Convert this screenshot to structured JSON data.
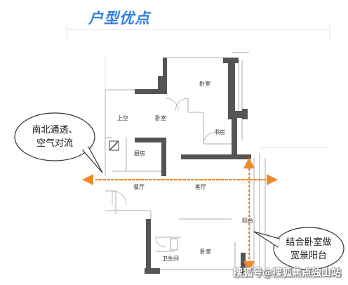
{
  "title": "户型优点",
  "rooms": {
    "bedroom_top": "卧室",
    "loft": "上空",
    "bedroom_mid": "卧室",
    "study": "书房",
    "kitchen": "厨房",
    "dining": "餐厅",
    "living": "客厅",
    "balcony": "阳台",
    "bathroom": "卫生间",
    "bedroom_bottom": "卧室"
  },
  "callouts": {
    "left": {
      "line1": "南北通透、",
      "line2": "空气对流"
    },
    "right": {
      "line1": "结合卧室做",
      "line2": "宽景阳台"
    }
  },
  "colors": {
    "title": "#2f7fe0",
    "arrow": "#f08a2a",
    "wall": "#555555",
    "thin_line": "#a8adb4"
  },
  "watermark": "搜狐号@搜狐焦点独山站"
}
